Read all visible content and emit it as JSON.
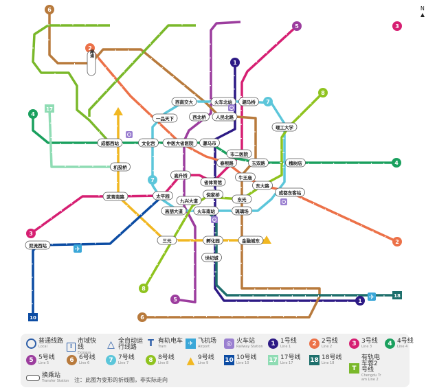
{
  "compass": "N",
  "lines": [
    {
      "num": "1",
      "color": "#2d1a85"
    },
    {
      "num": "2",
      "color": "#ec7148"
    },
    {
      "num": "3",
      "color": "#d61f72"
    },
    {
      "num": "4",
      "color": "#1aa05e"
    },
    {
      "num": "5",
      "color": "#9c3d9e"
    },
    {
      "num": "6",
      "color": "#b87a3c"
    },
    {
      "num": "7",
      "color": "#5cc6da"
    },
    {
      "num": "8",
      "color": "#8fc31f"
    },
    {
      "num": "9",
      "color": "#f1b722"
    },
    {
      "num": "10",
      "color": "#0c4ca3"
    },
    {
      "num": "17",
      "color": "#8fdcb4"
    },
    {
      "num": "18",
      "color": "#1e6f6c"
    },
    {
      "num": "T2",
      "color": "#7ab82a"
    }
  ],
  "stations": [
    "西南交大",
    "火车北站",
    "驷马桥",
    "人民北路",
    "西北桥",
    "一品天下",
    "文化宫",
    "中医大省医院",
    "骡马市",
    "市二医院",
    "春熙路",
    "玉双路",
    "槐树店",
    "理工大学",
    "牛王庙",
    "东大路",
    "成都东客站",
    "高升桥",
    "省体育馆",
    "太平园",
    "九兴大道",
    "倪家桥",
    "东光",
    "高朋大道",
    "火车南站",
    "琉璃场",
    "三元",
    "孵化园",
    "金融城东",
    "世纪城",
    "武青南路",
    "成都西站",
    "机投桥",
    "双流西站",
    "犀浦"
  ],
  "legend": {
    "items": [
      {
        "zh": "普通线路",
        "en": "Local",
        "icon": "ring-icon"
      },
      {
        "zh": "市域快线",
        "en": "Express",
        "icon": "express-icon"
      },
      {
        "zh": "全自动运行线路",
        "en": "",
        "icon": "auto-icon"
      },
      {
        "zh": "有轨电车",
        "en": "Tram",
        "icon": "tram-icon"
      },
      {
        "zh": "飞机场",
        "en": "Airport",
        "icon": "airport-icon"
      },
      {
        "zh": "火车站",
        "en": "Railway Station",
        "icon": "railway-icon"
      },
      {
        "zh": "1号线",
        "en": "Line 1",
        "num": "1"
      },
      {
        "zh": "2号线",
        "en": "Line 2",
        "num": "2"
      },
      {
        "zh": "3号线",
        "en": "Line 3",
        "num": "3"
      },
      {
        "zh": "4号线",
        "en": "Line 4",
        "num": "4"
      },
      {
        "zh": "5号线",
        "en": "Line 5",
        "num": "5"
      },
      {
        "zh": "6号线",
        "en": "Line 6",
        "num": "6"
      },
      {
        "zh": "7号线",
        "en": "Line 7",
        "num": "7"
      },
      {
        "zh": "8号线",
        "en": "Line 8",
        "num": "8"
      },
      {
        "zh": "9号线",
        "en": "Line 9",
        "num": "9"
      },
      {
        "zh": "10号线",
        "en": "Line 10",
        "num": "10"
      },
      {
        "zh": "17号线",
        "en": "Line 17",
        "num": "17"
      },
      {
        "zh": "18号线",
        "en": "Line 18",
        "num": "18"
      },
      {
        "zh": "有轨电车蓉2号线",
        "en": "Chengdu Tram Line 2",
        "num": "T"
      }
    ],
    "transfer_zh": "换乘站",
    "transfer_en": "Transfer Station",
    "note": "注：此图为变形的折线图，非实际走向"
  }
}
